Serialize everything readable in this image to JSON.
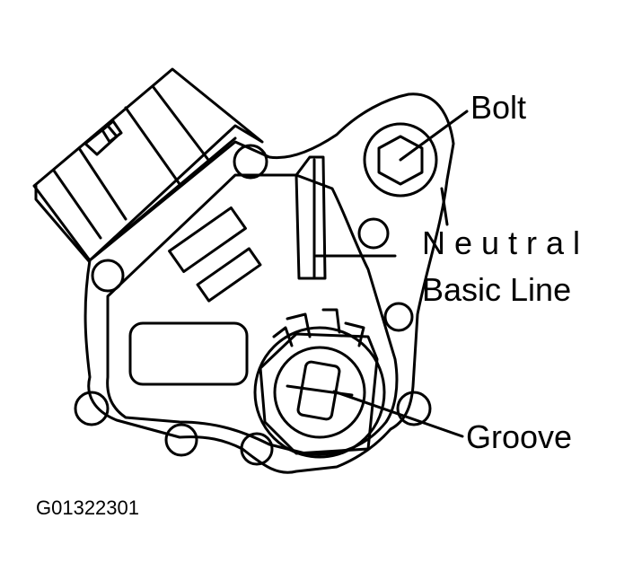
{
  "labels": {
    "bolt": "Bolt",
    "neutral": "Neutral",
    "basic_line": "Basic Line",
    "groove": "Groove",
    "figure_code": "G01322301"
  },
  "colors": {
    "ink": "#000000",
    "paper": "#ffffff"
  }
}
